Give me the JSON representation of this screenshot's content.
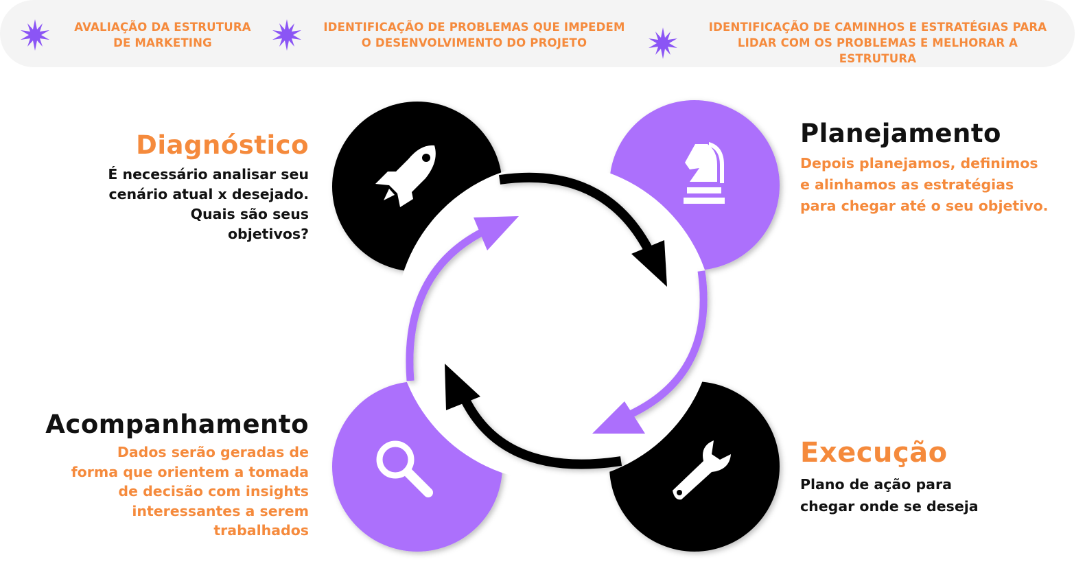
{
  "banner": {
    "items": [
      {
        "icon": "star-burst-icon",
        "text_line1": "AVALIAÇÃO DA ESTRUTURA",
        "text_line2": "DE MARKETING"
      },
      {
        "icon": "star-burst-icon",
        "text_line1": "IDENTIFICAÇÃO DE PROBLEMAS QUE IMPEDEM",
        "text_line2": "O DESENVOLVIMENTO DO PROJETO"
      },
      {
        "icon": "star-burst-icon",
        "text_line1": "IDENTIFICAÇÃO DE CAMINHOS E ESTRATÉGIAS PARA",
        "text_line2": "LIDAR COM OS PROBLEMAS E MELHORAR A ESTRUTURA"
      }
    ]
  },
  "colors": {
    "orange": "#f58a3c",
    "purple": "#ac6ffc",
    "black": "#000000",
    "banner_bg": "#f4f4f4"
  },
  "steps": {
    "diagnostico": {
      "title": "Diagnóstico",
      "lines": [
        "É necessário analisar seu",
        "cenário atual x desejado.",
        "Quais são seus",
        "objetivos?"
      ],
      "icon": "rocket-icon"
    },
    "planejamento": {
      "title": "Planejamento",
      "lines": [
        "Depois planejamos, definimos",
        "e alinhamos as estratégias",
        "para chegar até o seu objetivo."
      ],
      "icon": "chess-knight-icon"
    },
    "execucao": {
      "title": "Execução",
      "lines": [
        "Plano de ação para",
        "chegar onde se deseja"
      ],
      "icon": "wrench-icon"
    },
    "acompanhamento": {
      "title": "Acompanhamento",
      "lines": [
        "Dados serão geradas de",
        "forma que orientem a tomada",
        "de decisão com insights",
        "interessantes a serem",
        "trabalhados"
      ],
      "icon": "magnifier-icon"
    }
  }
}
